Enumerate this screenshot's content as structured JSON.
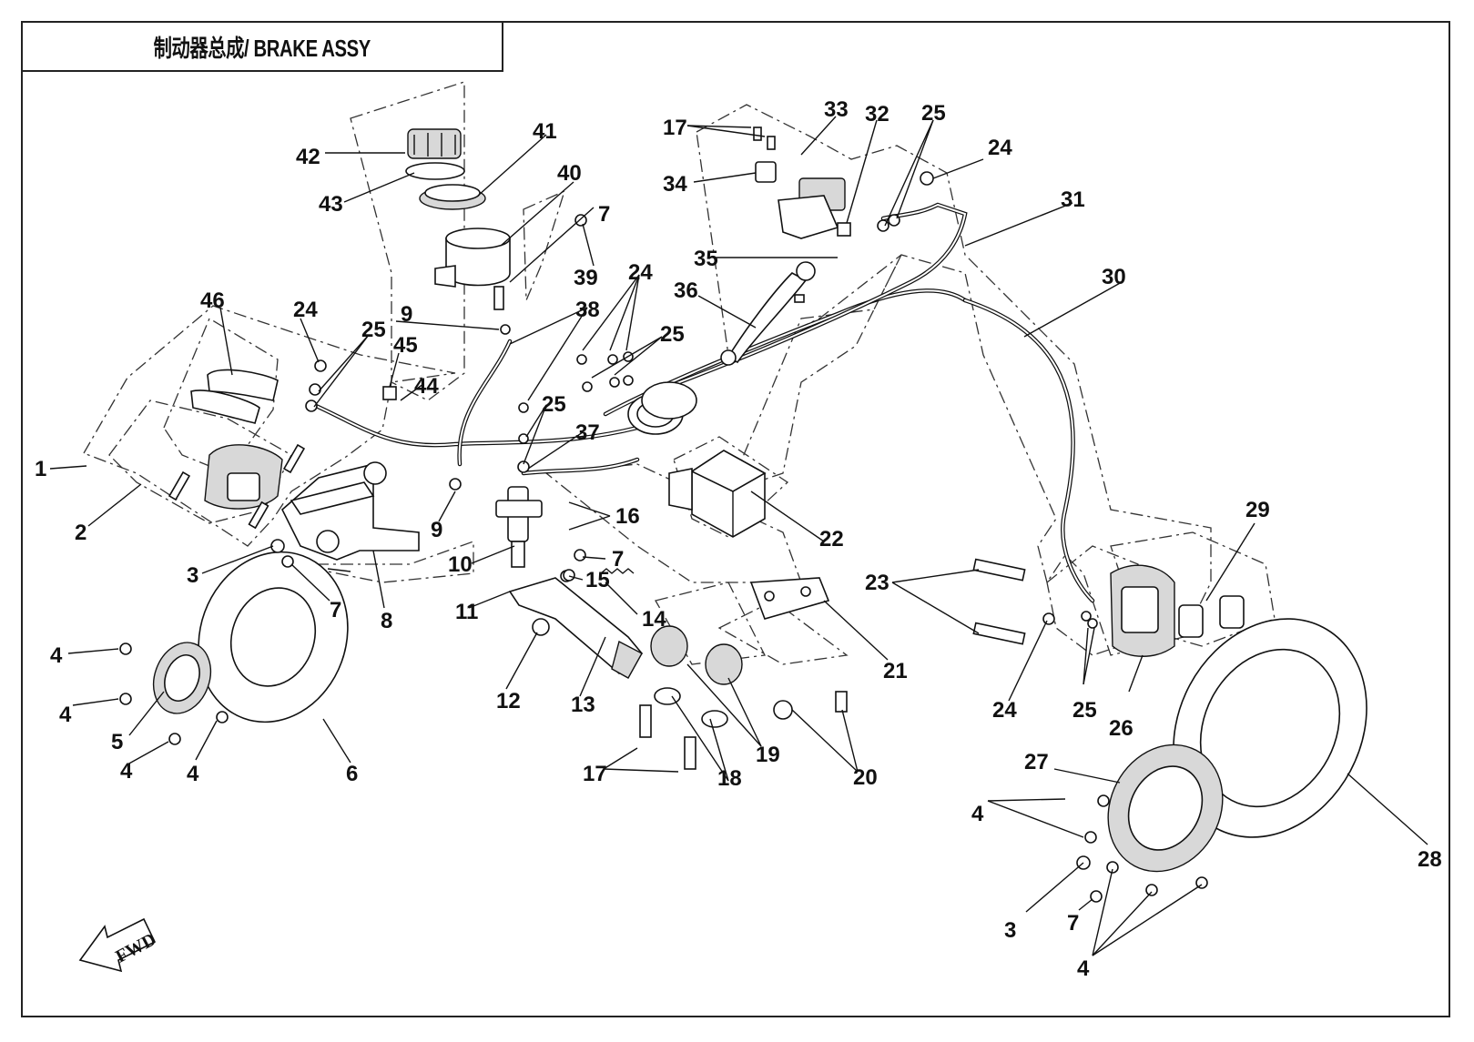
{
  "title": "制动器总成/ BRAKE ASSY",
  "fwd_label": "FWD",
  "callouts": [
    {
      "id": "c1",
      "text": "1"
    },
    {
      "id": "c2",
      "text": "2"
    },
    {
      "id": "c3a",
      "text": "3"
    },
    {
      "id": "c4a",
      "text": "4"
    },
    {
      "id": "c4b",
      "text": "4"
    },
    {
      "id": "c4c",
      "text": "4"
    },
    {
      "id": "c4d",
      "text": "4"
    },
    {
      "id": "c5",
      "text": "5"
    },
    {
      "id": "c6",
      "text": "6"
    },
    {
      "id": "c7a",
      "text": "7"
    },
    {
      "id": "c8",
      "text": "8"
    },
    {
      "id": "c9a",
      "text": "9"
    },
    {
      "id": "c9b",
      "text": "9"
    },
    {
      "id": "c10",
      "text": "10"
    },
    {
      "id": "c11",
      "text": "11"
    },
    {
      "id": "c12",
      "text": "12"
    },
    {
      "id": "c13",
      "text": "13"
    },
    {
      "id": "c14",
      "text": "14"
    },
    {
      "id": "c15",
      "text": "15"
    },
    {
      "id": "c16",
      "text": "16"
    },
    {
      "id": "c7b",
      "text": "7"
    },
    {
      "id": "c7c",
      "text": "7"
    },
    {
      "id": "c17a",
      "text": "17"
    },
    {
      "id": "c18",
      "text": "18"
    },
    {
      "id": "c19",
      "text": "19"
    },
    {
      "id": "c20",
      "text": "20"
    },
    {
      "id": "c21",
      "text": "21"
    },
    {
      "id": "c22",
      "text": "22"
    },
    {
      "id": "c23",
      "text": "23"
    },
    {
      "id": "c24a",
      "text": "24"
    },
    {
      "id": "c24b",
      "text": "24"
    },
    {
      "id": "c24c",
      "text": "24"
    },
    {
      "id": "c24d",
      "text": "24"
    },
    {
      "id": "c25a",
      "text": "25"
    },
    {
      "id": "c25b",
      "text": "25"
    },
    {
      "id": "c25c",
      "text": "25"
    },
    {
      "id": "c25d",
      "text": "25"
    },
    {
      "id": "c25e",
      "text": "25"
    },
    {
      "id": "c26",
      "text": "26"
    },
    {
      "id": "c27",
      "text": "27"
    },
    {
      "id": "c28",
      "text": "28"
    },
    {
      "id": "c29",
      "text": "29"
    },
    {
      "id": "c30",
      "text": "30"
    },
    {
      "id": "c31",
      "text": "31"
    },
    {
      "id": "c32",
      "text": "32"
    },
    {
      "id": "c33",
      "text": "33"
    },
    {
      "id": "c34",
      "text": "34"
    },
    {
      "id": "c35",
      "text": "35"
    },
    {
      "id": "c36",
      "text": "36"
    },
    {
      "id": "c37",
      "text": "37"
    },
    {
      "id": "c38",
      "text": "38"
    },
    {
      "id": "c39",
      "text": "39"
    },
    {
      "id": "c40",
      "text": "40"
    },
    {
      "id": "c41",
      "text": "41"
    },
    {
      "id": "c42",
      "text": "42"
    },
    {
      "id": "c43",
      "text": "43"
    },
    {
      "id": "c44",
      "text": "44"
    },
    {
      "id": "c45",
      "text": "45"
    },
    {
      "id": "c46",
      "text": "46"
    },
    {
      "id": "c17b",
      "text": "17"
    },
    {
      "id": "c4e",
      "text": "4"
    },
    {
      "id": "c4f",
      "text": "4"
    },
    {
      "id": "c3b",
      "text": "3"
    },
    {
      "id": "c7d",
      "text": "7"
    }
  ]
}
